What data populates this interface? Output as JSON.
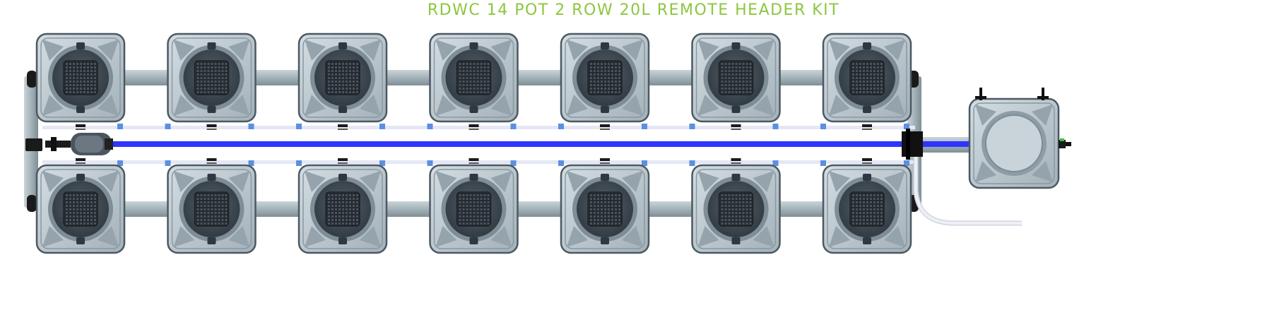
{
  "title": "RDWC 14 POT 2 ROW 20L REMOTE HEADER KIT",
  "layout": {
    "pots_per_row": 7,
    "rows": 2,
    "header_tanks": 1
  },
  "colors": {
    "title": "#8dc63f",
    "pot_body": "#b8c4cc",
    "pot_dark": "#8a98a2",
    "lid": "#3f4a54",
    "pipe": "#a3b2b8",
    "return_line": "#2f35ff",
    "air_line": "#e4e7f4",
    "clip": "#5c8fe0",
    "tube": "#eef0f5"
  },
  "icons": [
    "pot-icon",
    "net-cup-icon",
    "pump-icon",
    "header-tank-icon",
    "valve-icon"
  ]
}
